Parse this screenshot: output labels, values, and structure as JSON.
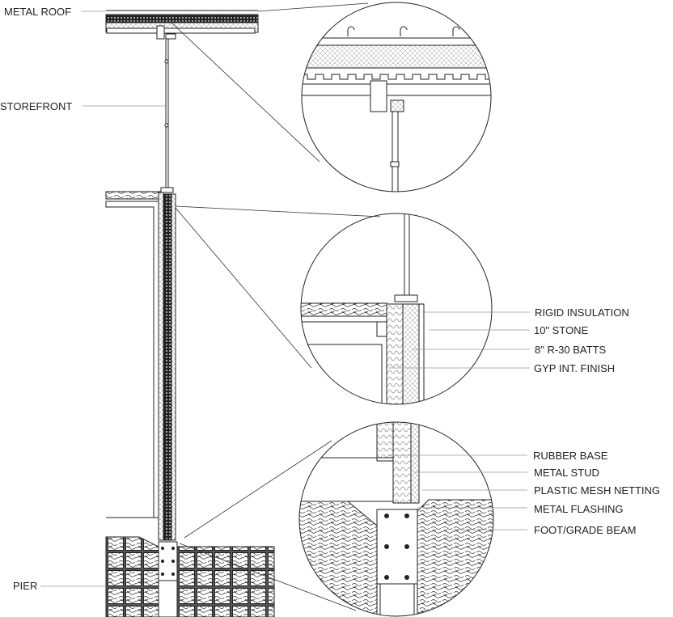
{
  "title": "Wall section detail",
  "left_labels": {
    "metal_roof": "METAL ROOF",
    "storefront": "STOREFRONT",
    "pier": "PIER"
  },
  "middle_detail_labels": [
    "RIGID INSULATION",
    "10\" STONE",
    "8\" R-30 BATTS",
    "GYP INT. FINISH"
  ],
  "bottom_detail_labels": [
    "RUBBER BASE",
    "METAL STUD",
    "PLASTIC MESH NETTING",
    "METAL FLASHING",
    "FOOT/GRADE BEAM"
  ],
  "colors": {
    "line": "#222222",
    "leader": "#888888"
  }
}
